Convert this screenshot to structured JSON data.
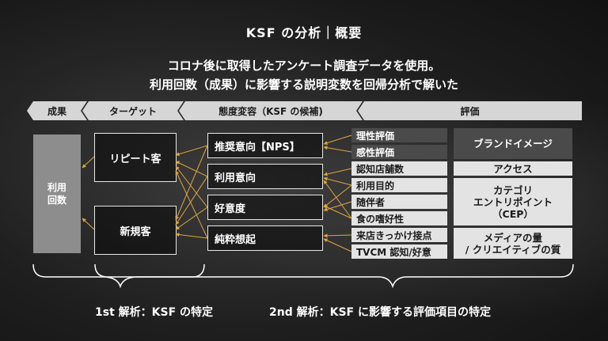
{
  "title": "KSF の分析｜概要",
  "subtitle": {
    "line1": "コロナ後に取得したアンケート調査データを使用。",
    "line2": "利用回数（成果）に影響する説明変数を回帰分析で解いた"
  },
  "stages": [
    "成果",
    "ターゲット",
    "態度変容（KSF の候補)",
    "評価"
  ],
  "result": "利用\n回数",
  "targets": [
    "リピート客",
    "新規客"
  ],
  "attitudes": [
    "推奨意向【NPS】",
    "利用意向",
    "好意度",
    "純粋想起"
  ],
  "evaluations": [
    "理性評価",
    "感性評価",
    "認知店舗数",
    "利用目的",
    "随伴者",
    "食の嗜好性",
    "来店きっかけ接点",
    "TVCM 認知/好意"
  ],
  "categories": [
    "ブランドイメージ",
    "アクセス",
    "カテゴリ\nエントリポイント\n（CEP）",
    "メディアの量\n/ クリエイティブの質"
  ],
  "footer": {
    "analysis1": "1st 解析：KSF の特定",
    "analysis2": "2nd 解析：KSF に影響する評価項目の特定"
  },
  "colors": {
    "arrow": "#e0a53a",
    "bracket": "#ffffff"
  }
}
